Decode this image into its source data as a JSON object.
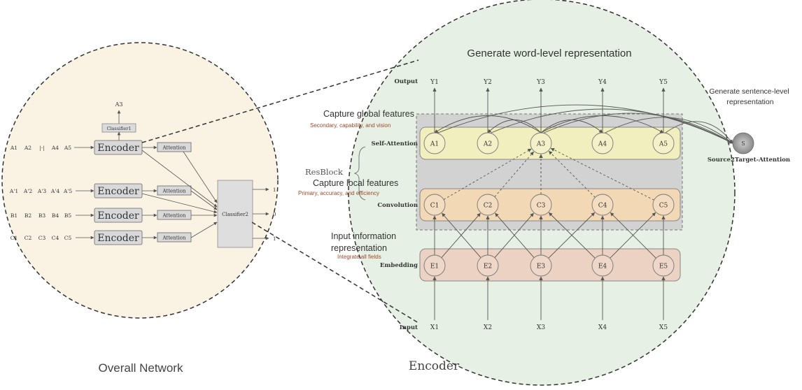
{
  "overall": {
    "caption": "Overall Network",
    "top_output": "A3",
    "classifier1": "Classifier1",
    "classifier2": "Classifier2",
    "encoder_label": "Encoder",
    "attention_label": "Attention",
    "row1": [
      "A1",
      "A2",
      "|·|",
      "A4",
      "A5"
    ],
    "row2": [
      "A'1",
      "A'2",
      "A'3",
      "A'4",
      "A'5"
    ],
    "row3": [
      "B1",
      "B2",
      "B3",
      "B4",
      "B5"
    ],
    "row4": [
      "C1",
      "C2",
      "C3",
      "C4",
      "C5"
    ],
    "outputs": [
      "1",
      "0",
      "1"
    ]
  },
  "encoder": {
    "caption": "Encoder",
    "title": "Generate word-level representation",
    "sentence_level": "Generate sentence-level representation",
    "layers": {
      "output": "Output",
      "self_attention": "Self-Attention",
      "convolution": "Convolution",
      "embedding": "Embedding",
      "input": "Input"
    },
    "resblock": "ResBlock",
    "global_title": "Capture global features",
    "global_sub": "Secondary, capability, and vision",
    "local_title": "Capture local features",
    "local_sub": "Primary, accuracy, and efficiency",
    "input_title": "Input information representation",
    "input_sub": "Integrate all fields",
    "source_target": "Source2Target-Attention",
    "target_node": "S",
    "outputs": [
      "Y1",
      "Y2",
      "Y3",
      "Y4",
      "Y5"
    ],
    "attention_nodes": [
      "A1",
      "A2",
      "A3",
      "A4",
      "A5"
    ],
    "conv_nodes": [
      "C1",
      "C2",
      "C3",
      "C4",
      "C5"
    ],
    "embed_nodes": [
      "E1",
      "E2",
      "E3",
      "E4",
      "E5"
    ],
    "inputs": [
      "X1",
      "X2",
      "X3",
      "X4",
      "X5"
    ]
  }
}
